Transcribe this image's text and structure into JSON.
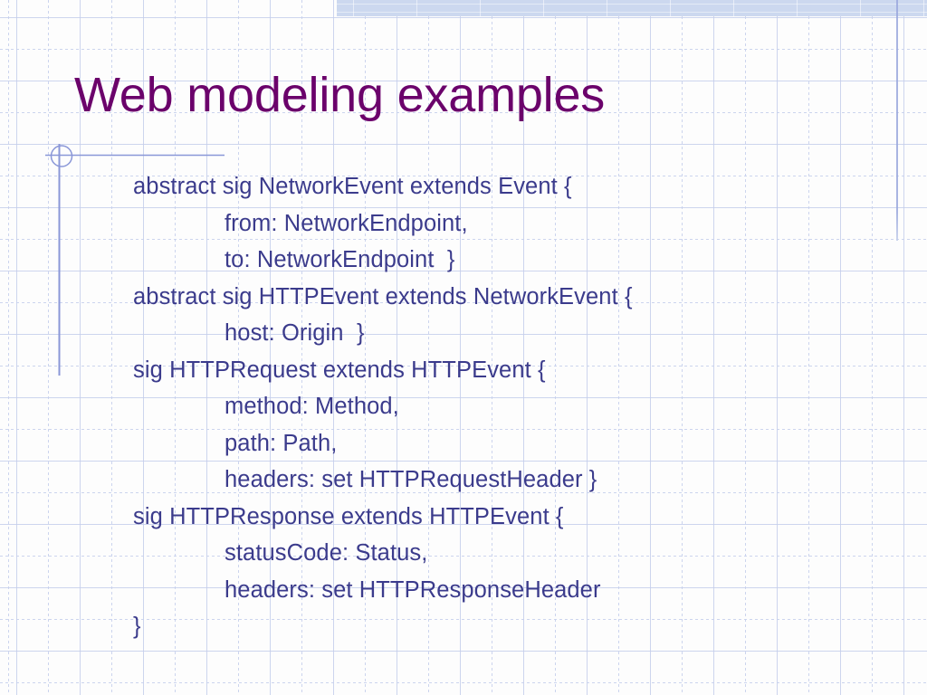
{
  "slide": {
    "title": "Web modeling examples",
    "title_color": "#6b026b",
    "body_color": "#3b3b8c",
    "background_color": "#fdfdfd",
    "grid_line_color": "#c4ceeb",
    "accent_band_color": "#ccd8ef",
    "decoration_line_color": "#8a97d8"
  },
  "decoration": {
    "circle_icon": "circle-crosshair-icon",
    "horizontal_rule": "horizontal-rule",
    "vertical_rule": "vertical-rule",
    "top_band": "top-accent-band",
    "right_rule": "right-vertical-rule"
  },
  "body": {
    "lines": [
      {
        "text": "abstract sig NetworkEvent extends Event {",
        "indent": false
      },
      {
        "text": "from: NetworkEndpoint,",
        "indent": true
      },
      {
        "text": "to: NetworkEndpoint  }",
        "indent": true
      },
      {
        "text": "abstract sig HTTPEvent extends NetworkEvent {",
        "indent": false
      },
      {
        "text": "host: Origin  }",
        "indent": true
      },
      {
        "text": "sig HTTPRequest extends HTTPEvent {",
        "indent": false
      },
      {
        "text": "method: Method,",
        "indent": true
      },
      {
        "text": "path: Path,",
        "indent": true
      },
      {
        "text": "headers: set HTTPRequestHeader }",
        "indent": true
      },
      {
        "text": "sig HTTPResponse extends HTTPEvent {",
        "indent": false
      },
      {
        "text": "statusCode: Status,",
        "indent": true
      },
      {
        "text": "headers: set HTTPResponseHeader",
        "indent": true
      },
      {
        "text": "}",
        "indent": false
      }
    ]
  }
}
